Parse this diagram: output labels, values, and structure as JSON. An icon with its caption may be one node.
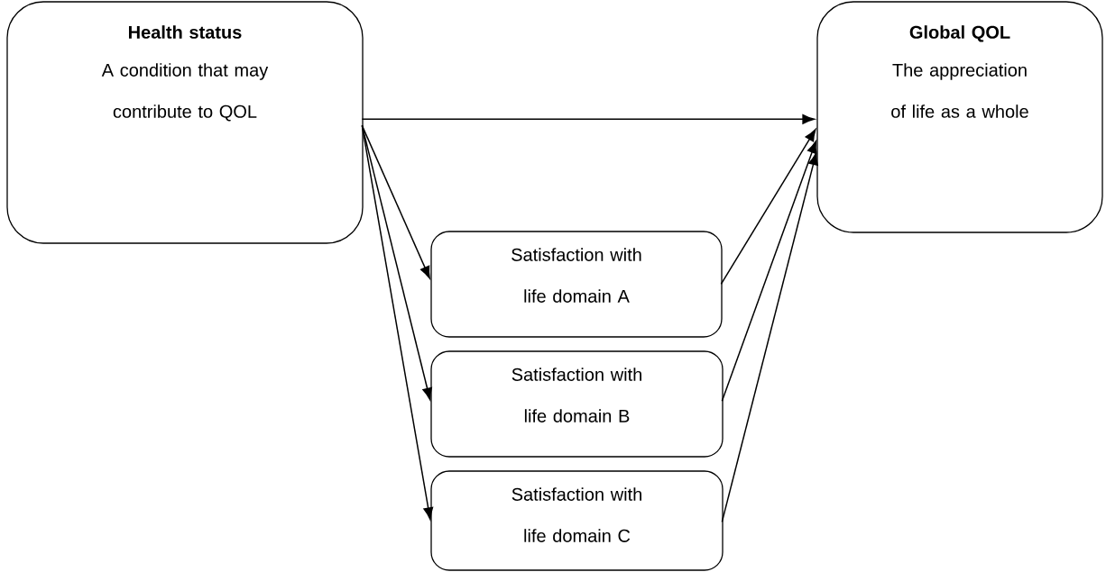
{
  "diagram": {
    "nodes": [
      {
        "text": [
          "Health status",
          "A condition that may contribute to QOL"
        ]
      },
      {
        "text": [
          "Global QOL",
          "The appreciation of life as a whole"
        ]
      },
      {
        "text": [
          "Satisfaction with life domain A"
        ]
      },
      {
        "text": [
          "Satisfaction with life domain B"
        ]
      },
      {
        "text": [
          "Satisfaction with life domain C"
        ]
      }
    ],
    "edges": [
      {
        "from": 0,
        "to": 1,
        "arrow": "to"
      },
      {
        "from": 0,
        "to": 2,
        "arrow": "to"
      },
      {
        "from": 0,
        "to": 3,
        "arrow": "to"
      },
      {
        "from": 0,
        "to": 4,
        "arrow": "to"
      },
      {
        "from": 2,
        "to": 1,
        "arrow": "to"
      },
      {
        "from": 3,
        "to": 1,
        "arrow": "to"
      },
      {
        "from": 4,
        "to": 1,
        "arrow": "to"
      }
    ]
  }
}
